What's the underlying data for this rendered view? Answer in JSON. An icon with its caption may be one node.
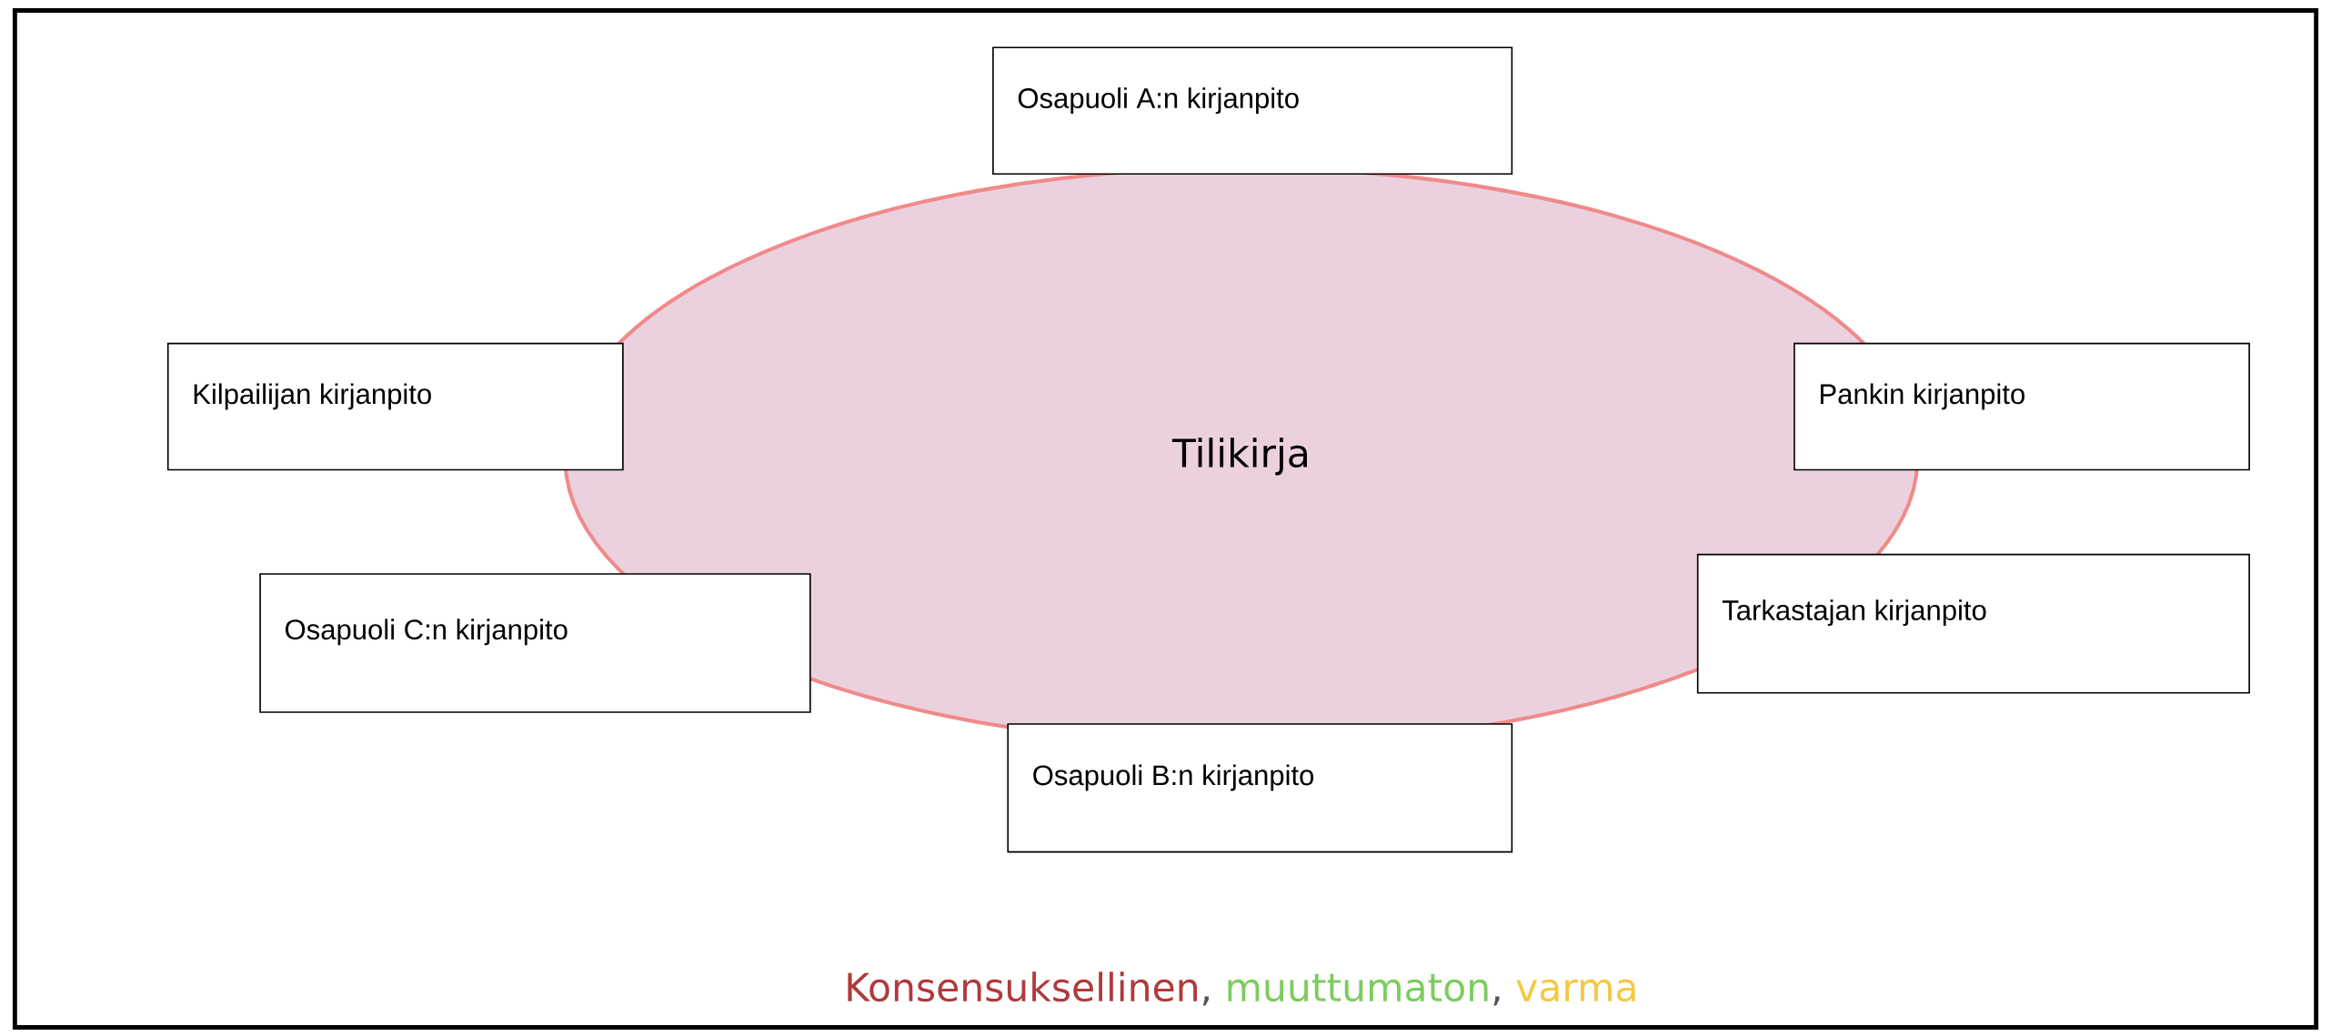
{
  "diagram": {
    "nodes": [
      {
        "text": [
          "Osapuoli A:n kirjanpito"
        ]
      },
      {
        "text": [
          "Kilpailijan kirjanpito"
        ]
      },
      {
        "text": [
          "Tilikirja"
        ]
      },
      {
        "text": [
          "Pankin kirjanpito"
        ]
      },
      {
        "text": [
          "Osapuoli C:n kirjanpito"
        ]
      },
      {
        "text": [
          "Tarkastajan kirjanpito"
        ]
      },
      {
        "text": [
          "Osapuoli B:n kirjanpito"
        ]
      }
    ],
    "labels": [
      "Konsensuksellinen",
      ",",
      "muuttumaton",
      ",",
      "varma"
    ]
  }
}
